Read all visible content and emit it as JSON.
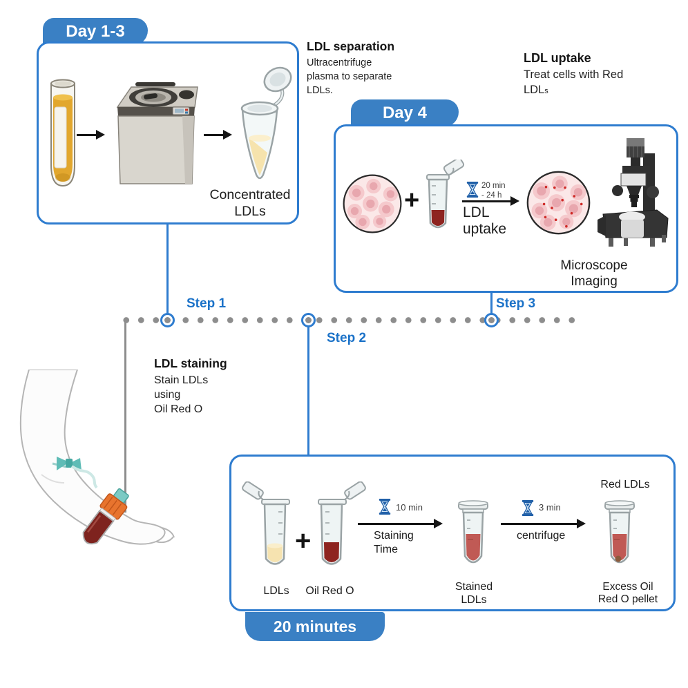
{
  "day13": {
    "tab_label": "Day 1-3",
    "caption_line1": "Concentrated",
    "caption_line2": "LDLs"
  },
  "ldl_separation": {
    "title": "LDL separation",
    "line1": "Ultracentrifuge",
    "line2": "plasma to separate",
    "line3": "LDLs."
  },
  "ldl_uptake_note": {
    "title": "LDL uptake",
    "line1": "Treat cells with Red",
    "line2_main": "LDL",
    "line2_sub": "s"
  },
  "day4": {
    "tab_label": "Day 4",
    "plus": "+",
    "timer_line1": "20 min",
    "timer_line2": "- 24 h",
    "arrow_label_line1": "LDL",
    "arrow_label_line2": "uptake",
    "caption_line1": "Microscope",
    "caption_line2": "Imaging"
  },
  "timeline": {
    "step1": "Step 1",
    "step2": "Step 2",
    "step3": "Step 3"
  },
  "ldl_staining": {
    "title": "LDL staining",
    "line1": "Stain LDLs",
    "line2": "using",
    "line3": "Oil Red O"
  },
  "staining": {
    "tab_label": "20 minutes",
    "ldls_label": "LDLs",
    "plus": "+",
    "oil_label": "Oil Red O",
    "timer1": "10 min",
    "arrow1_line1": "Staining",
    "arrow1_line2": "Time",
    "stained_line1": "Stained",
    "stained_line2": "LDLs",
    "timer2": "3 min",
    "arrow2_label": "centrifuge",
    "red_ldls_label": "Red LDLs",
    "excess_line1": "Excess Oil",
    "excess_line2": "Red O pellet"
  },
  "colors": {
    "tab_blue": "#3a80c4",
    "panel_border_blue": "#2e7ccf",
    "step_text_blue": "#1b72c8",
    "dot_gray": "#8d8d8d",
    "oil_red": "#8e2420",
    "stained_red": "#c05a55",
    "plasma_yellow": "#e2a72e",
    "ldl_cream": "#f6e3b0"
  }
}
